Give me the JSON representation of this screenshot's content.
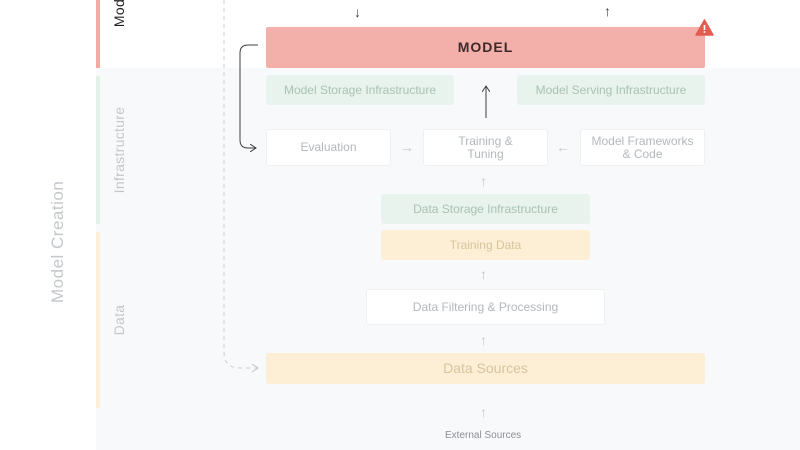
{
  "sections": {
    "top_label": "Mod",
    "infrastructure_label": "Infrastructure",
    "data_label": "Data",
    "model_creation_label": "Model Creation"
  },
  "nodes": {
    "model": "MODEL",
    "model_storage": "Model Storage Infrastructure",
    "model_serving": "Model Serving Infrastructure",
    "evaluation": "Evaluation",
    "training_tuning_l1": "Training &",
    "training_tuning_l2": "Tuning",
    "model_frameworks_l1": "Model Frameworks",
    "model_frameworks_l2": "& Code",
    "data_storage": "Data Storage Infrastructure",
    "training_data": "Training Data",
    "data_filtering": "Data Filtering & Processing",
    "data_sources": "Data Sources",
    "external_sources": "External Sources"
  },
  "colors": {
    "model_red": "#f3b0aa",
    "warning_red": "#e35d50",
    "infra_green": "#e7f3ec",
    "data_yellow": "#fcefd6"
  },
  "icons": {
    "warning": "warning-triangle-icon"
  }
}
